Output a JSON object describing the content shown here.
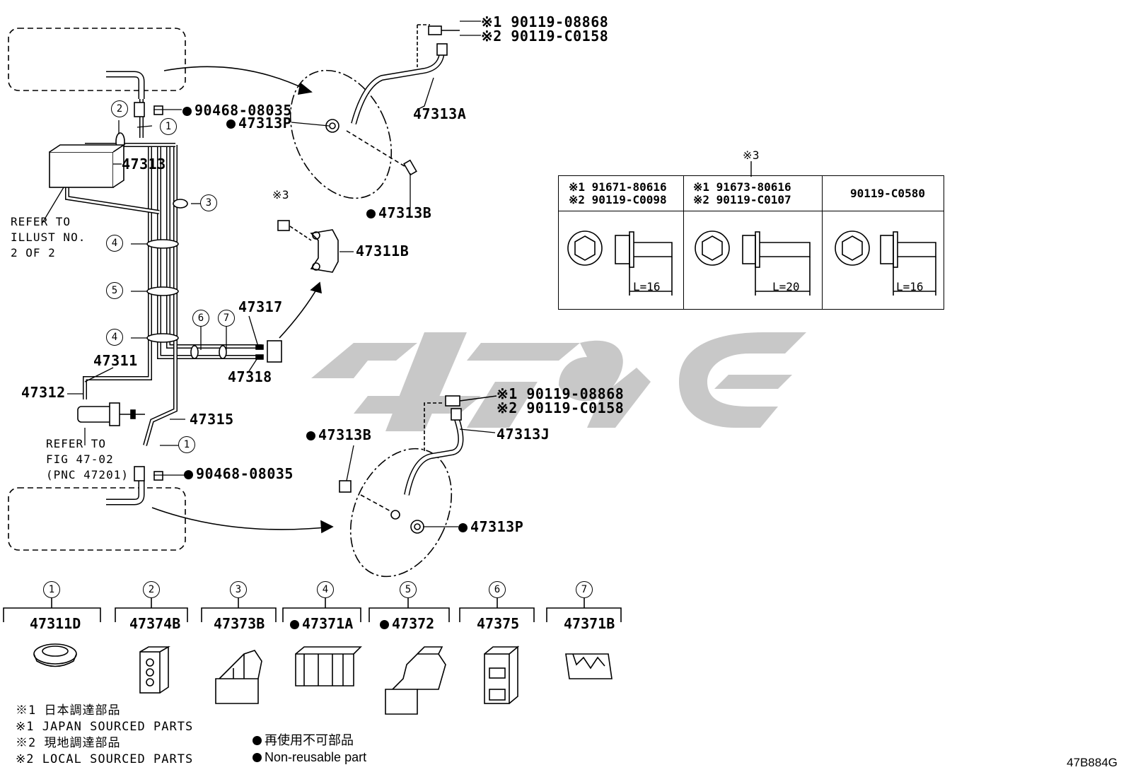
{
  "callouts": {
    "upper_fitting_jp": "※1 90119-08868",
    "upper_fitting_local": "※2 90119-C0158",
    "upper_hose": "47313A",
    "upper_plug": "90468-08035",
    "upper_clip": "47313P",
    "upper_bolt": "47313B",
    "junction": "47313",
    "clamp_bolt_mark": "※3",
    "clamp_bracket": "47311B",
    "tube_47317": "47317",
    "tube_47318": "47318",
    "tube_47311": "47311",
    "tube_47312": "47312",
    "tube_47315": "47315",
    "lower_plug": "90468-08035",
    "lower_bolt": "47313B",
    "lower_fitting_jp": "※1 90119-08868",
    "lower_fitting_local": "※2 90119-C0158",
    "lower_hose": "47313J",
    "lower_clip": "47313P"
  },
  "reference_notes": {
    "illust": "REFER TO\nILLUST NO.\n2 OF 2",
    "fig": "REFER TO\nFIG 47-02\n(PNC 47201)"
  },
  "circle_numbers": [
    "1",
    "2",
    "3",
    "4",
    "5",
    "6",
    "7"
  ],
  "bolt_table": {
    "mark": "※3",
    "columns": [
      {
        "line1": "※1 91671-80616",
        "line2": "※2 90119-C0098",
        "length": "L=16"
      },
      {
        "line1": "※1 91673-80616",
        "line2": "※2 90119-C0107",
        "length": "L=20"
      },
      {
        "line1": "90119-C0580",
        "line2": "",
        "length": "L=16"
      }
    ]
  },
  "clip_parts": [
    {
      "num": "1",
      "part": "47311D",
      "non_reusable": false
    },
    {
      "num": "2",
      "part": "47374B",
      "non_reusable": false
    },
    {
      "num": "3",
      "part": "47373B",
      "non_reusable": false
    },
    {
      "num": "4",
      "part": "47371A",
      "non_reusable": true
    },
    {
      "num": "5",
      "part": "47372",
      "non_reusable": true
    },
    {
      "num": "6",
      "part": "47375",
      "non_reusable": false
    },
    {
      "num": "7",
      "part": "47371B",
      "non_reusable": false
    }
  ],
  "legend": {
    "jp1": "※1 日本調達部品",
    "en1": "※1 JAPAN SOURCED PARTS",
    "jp2": "※2 現地調達部品",
    "en2": "※2 LOCAL SOURCED PARTS",
    "nr_jp": "再使用不可部品",
    "nr_en": "Non-reusable part"
  },
  "figure_code": "47B884G"
}
